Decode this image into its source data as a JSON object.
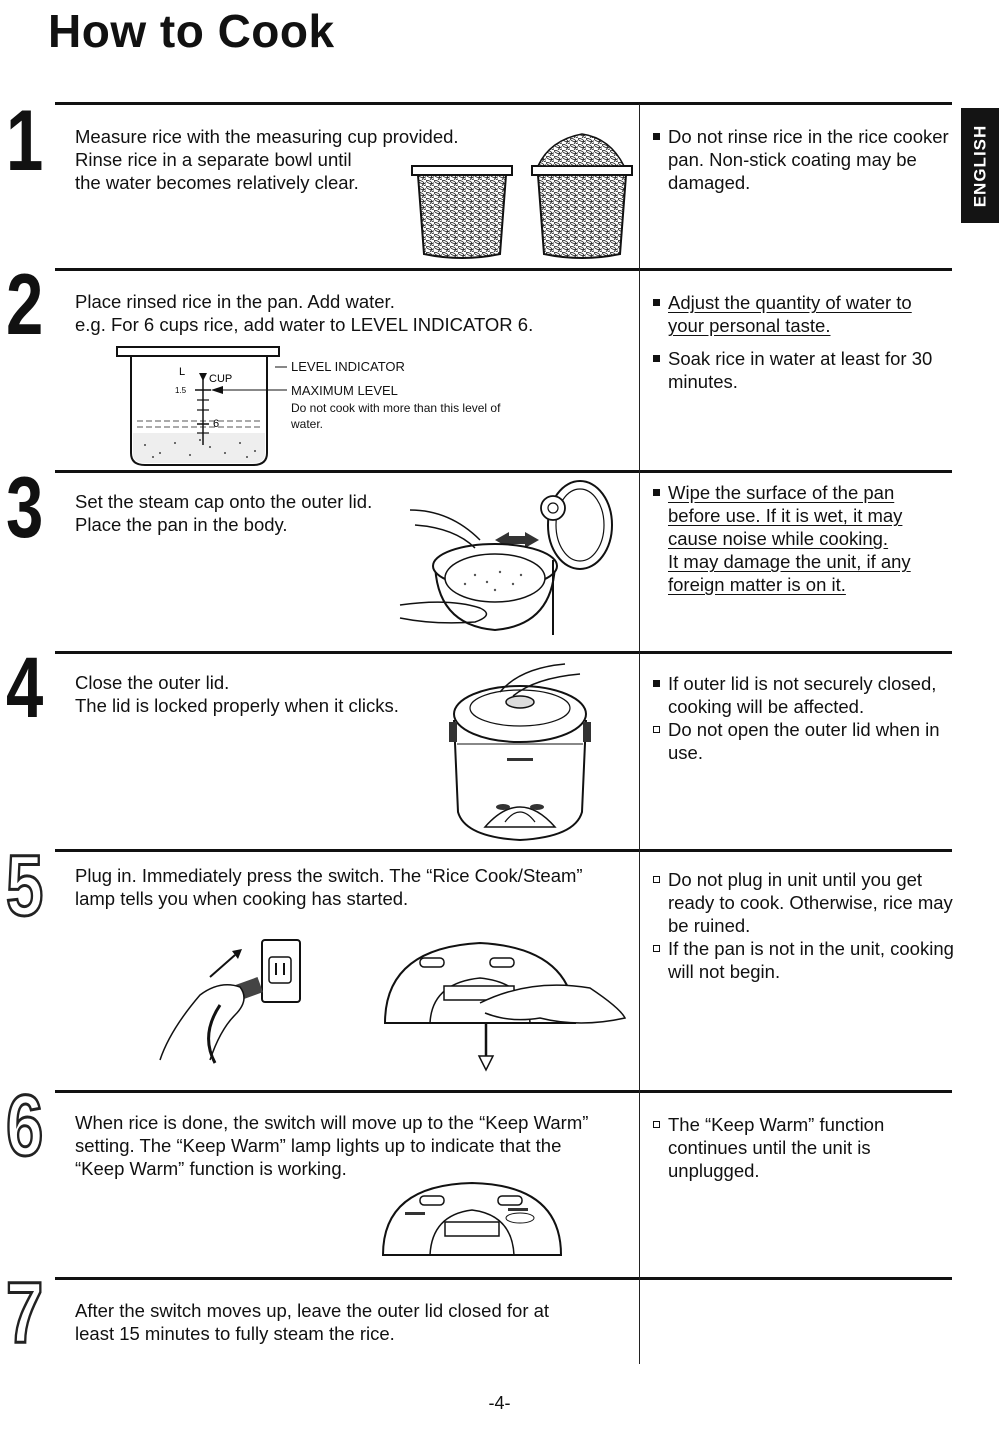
{
  "title": "How to Cook",
  "language_tab": "ENGLISH",
  "steps": [
    {
      "number": "1",
      "text": "Measure rice with the measuring cup provided.\nRinse rice in a separate bowl until\nthe water becomes relatively clear.",
      "notes": [
        {
          "text": "Do not rinse rice in the rice cooker pan. Non-stick coating may be damaged."
        }
      ]
    },
    {
      "number": "2",
      "text": "Place rinsed rice in the pan. Add water.\ne.g. For 6 cups rice, add water to LEVEL INDICATOR 6.",
      "labels": {
        "level_indicator": "LEVEL INDICATOR",
        "maximum_level": "MAXIMUM LEVEL",
        "warning": "Do not cook with more than this level of water.",
        "scale_l": "L",
        "scale_cup": "CUP",
        "scale_15": "1.5",
        "scale_6": "6"
      },
      "notes": [
        {
          "lines": [
            "Adjust the quantity of water to",
            "your personal taste."
          ]
        },
        {
          "text": "Soak rice in water at least for 30 minutes."
        }
      ]
    },
    {
      "number": "3",
      "text": "Set the steam cap onto the outer lid.\nPlace the pan in the body.",
      "notes": [
        {
          "lines": [
            "Wipe the surface of the pan",
            "before use. If it is wet, it may",
            "cause noise while cooking.",
            "It may damage the unit, if any",
            "foreign matter is on it."
          ]
        }
      ]
    },
    {
      "number": "4",
      "text": "Close the outer lid.\nThe lid is locked properly when it clicks.",
      "notes": [
        {
          "text": "If outer lid is not securely closed, cooking will be affected."
        },
        {
          "text": "Do not open the outer lid when in use."
        }
      ]
    },
    {
      "number": "5",
      "text": "Plug in. Immediately  press the switch. The “Rice Cook/Steam”\nlamp tells you when cooking has started.",
      "notes": [
        {
          "text": "Do not plug in unit until you get ready to cook. Otherwise, rice may be ruined."
        },
        {
          "text": "If the pan is not in the unit, cooking will not begin."
        }
      ]
    },
    {
      "number": "6",
      "text": "When rice is done, the switch will move up to the “Keep Warm”\nsetting. The “Keep Warm” lamp lights up to indicate that the\n“Keep Warm” function is working.",
      "notes": [
        {
          "text": "The “Keep Warm” function continues until the unit is unplugged."
        }
      ]
    },
    {
      "number": "7",
      "text": "After the switch moves up, leave the outer lid closed for at\nleast 15 minutes to fully steam the rice.",
      "notes": []
    }
  ],
  "page_number": "-4-"
}
